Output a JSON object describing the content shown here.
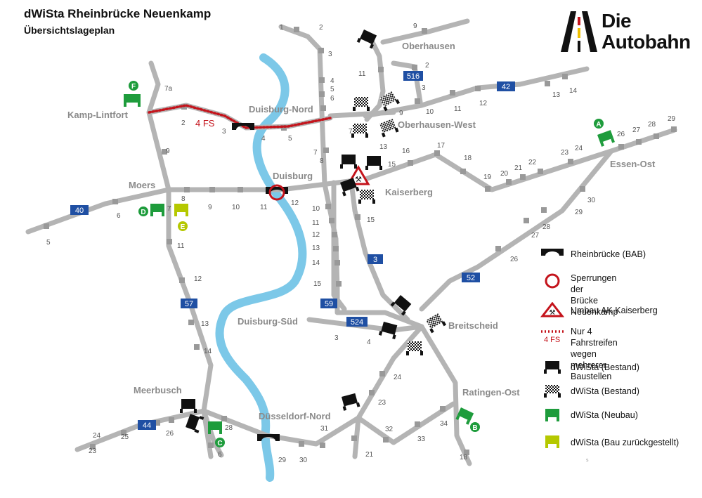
{
  "header": {
    "title": "dWiSta Rheinbrücke Neuenkamp",
    "subtitle": "Übersichtslageplan"
  },
  "brand": {
    "line1": "Die",
    "line2": "Autobahn"
  },
  "places": {
    "kamp_lintfort": "Kamp-Lintfort",
    "duisburg_nord": "Duisburg-Nord",
    "oberhausen": "Oberhausen",
    "oberhausen_west": "Oberhausen-West",
    "duisburg": "Duisburg",
    "kaiserberg": "Kaiserberg",
    "essen_ost": "Essen-Ost",
    "moers": "Moers",
    "duisburg_sued": "Duisburg-Süd",
    "breitscheid": "Breitscheid",
    "meerbusch": "Meerbusch",
    "ratingen_ost": "Ratingen-Ost",
    "duesseldorf_nord": "Düsseldorf-Nord"
  },
  "routes": [
    "40",
    "42",
    "516",
    "3",
    "52",
    "57",
    "59",
    "524",
    "44"
  ],
  "four_lane_label": "4 FS",
  "site_markers": [
    "A",
    "B",
    "C",
    "D",
    "E",
    "F"
  ],
  "junction_numbers": {
    "a3": [
      "1",
      "2",
      "3",
      "4",
      "5",
      "6",
      "7",
      "8"
    ],
    "a59": [
      "10",
      "11",
      "12",
      "13",
      "14",
      "15"
    ],
    "a57": [
      "7a",
      "9",
      "11",
      "12",
      "13",
      "14"
    ],
    "a42": [
      "9",
      "10",
      "11",
      "12",
      "13",
      "14"
    ],
    "a40w": [
      "5",
      "6",
      "7",
      "8",
      "9",
      "10",
      "11",
      "12"
    ],
    "a40e": [
      "15",
      "16",
      "17",
      "18",
      "19",
      "20",
      "21",
      "22",
      "23",
      "24",
      "26",
      "27",
      "28",
      "29"
    ],
    "a52": [
      "26",
      "27",
      "28",
      "29",
      "30"
    ],
    "a44": [
      "23",
      "24",
      "25",
      "26",
      "28",
      "29",
      "30",
      "31",
      "32",
      "33",
      "34"
    ],
    "misc": [
      "2",
      "3",
      "4",
      "5",
      "9",
      "11",
      "2",
      "3",
      "13",
      "15",
      "4",
      "3",
      "23",
      "24",
      "21",
      "18",
      "6"
    ]
  },
  "legend": {
    "items": [
      {
        "key": "bridge",
        "text": "Rheinbrücke (BAB)"
      },
      {
        "key": "closure",
        "text": "Sperrungen der\nBrücke Neuenkamp"
      },
      {
        "key": "rebuild",
        "text": "Umbau AK Kaiserberg"
      },
      {
        "key": "lanes",
        "text": "Nur 4 Fahrstreifen wegen\nmehrerer Baustellen",
        "badge": "4 FS"
      },
      {
        "key": "dwista_bestand",
        "text": "dWiSta (Bestand)"
      },
      {
        "key": "dwista_bestand_pattern",
        "text": "dWiSta (Bestand)"
      },
      {
        "key": "dwista_neubau",
        "text": "dWiSta (Neubau)"
      },
      {
        "key": "dwista_bau",
        "text": "dWiSta (Bau zurückgestellt)"
      }
    ],
    "footer_mark": "s"
  },
  "colors": {
    "road": "#b4b4b4",
    "river": "#7cc8e8",
    "shield": "#1f4fa3",
    "new_green": "#1e9c3c",
    "deferred": "#b5c800",
    "closure_red": "#c4141c"
  }
}
